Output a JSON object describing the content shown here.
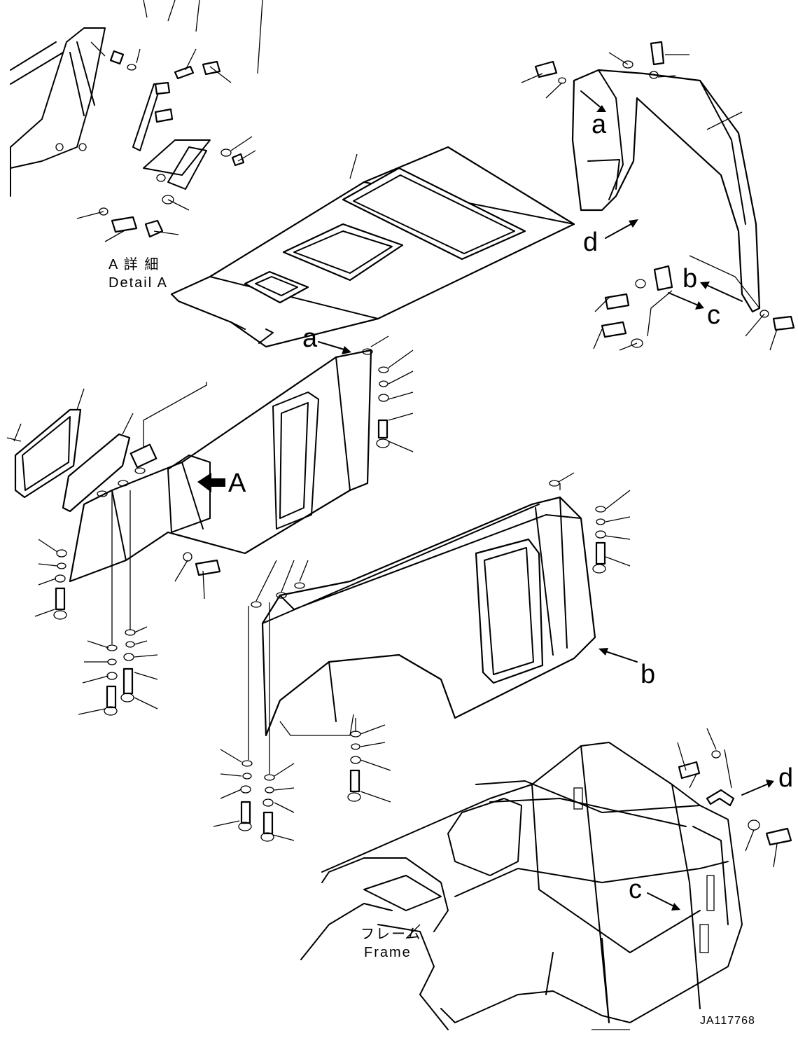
{
  "labels": {
    "detail_a_jp": "A 詳 細",
    "detail_a_en": "Detail A",
    "frame_jp": "フレーム",
    "frame_en": "Frame",
    "drawing_id": "JA117768",
    "letter_a": "a",
    "letter_b": "b",
    "letter_c": "c",
    "letter_d": "d",
    "letter_A": "A"
  }
}
